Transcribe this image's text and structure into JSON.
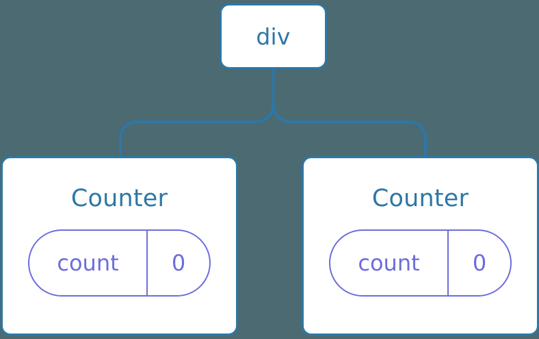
{
  "diagram": {
    "type": "component-tree",
    "background_color": "#4b6a72",
    "node_border_color": "#2e77a5",
    "node_fill_color": "#ffffff",
    "node_text_color": "#2e77a5",
    "state_pill_color": "#6b6edb",
    "connector_color": "#2e77a5"
  },
  "root": {
    "label": "div"
  },
  "children": [
    {
      "title": "Counter",
      "state": {
        "key": "count",
        "value": "0"
      }
    },
    {
      "title": "Counter",
      "state": {
        "key": "count",
        "value": "0"
      }
    }
  ]
}
